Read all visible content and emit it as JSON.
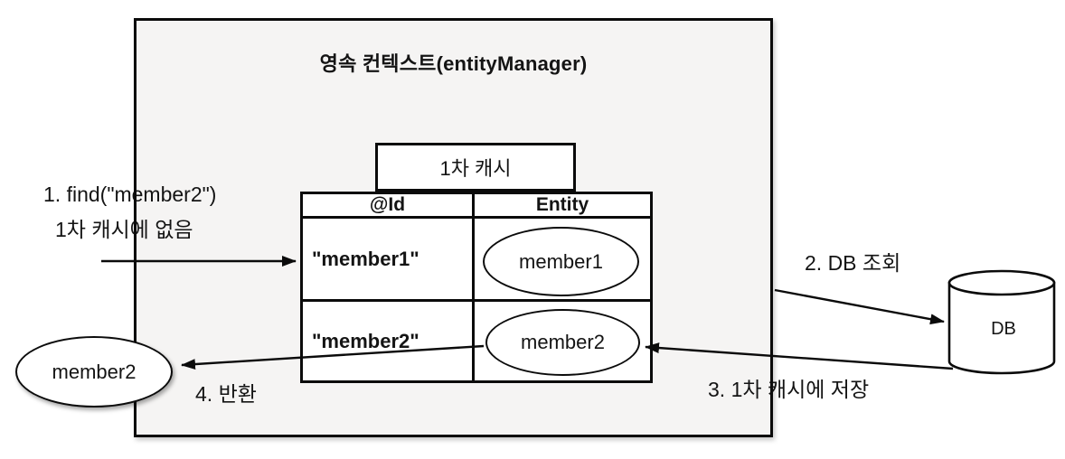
{
  "context_box": {
    "title": "영속 컨텍스트(entityManager)"
  },
  "cache": {
    "label": "1차 캐시",
    "table": {
      "headers": [
        "@Id",
        "Entity"
      ],
      "rows": [
        {
          "id": "\"member1\"",
          "entity": "member1"
        },
        {
          "id": "\"member2\"",
          "entity": "member2"
        }
      ]
    }
  },
  "annotations": {
    "step1_line1": "1. find(\"member2\")",
    "step1_line2": "1차 캐시에 없음",
    "step2": "2. DB 조회",
    "step3": "3. 1차 캐시에 저장",
    "step4": "4. 반환"
  },
  "db": {
    "label": "DB"
  },
  "result_entity": {
    "label": "member2"
  },
  "colors": {
    "box_fill": "#f5f4f3",
    "cell_fill": "#ffffff",
    "stroke": "#0b0b0b",
    "text": "#141414"
  }
}
